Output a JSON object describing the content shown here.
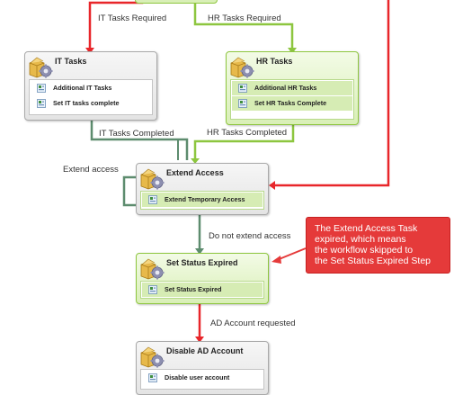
{
  "connector_labels": {
    "it_required": "IT Tasks Required",
    "hr_required": "HR Tasks Required",
    "it_completed": "IT Tasks Completed",
    "hr_completed": "HR Tasks Completed",
    "extend_access": "Extend access",
    "do_not_extend": "Do not extend access",
    "ad_requested": "AD Account requested"
  },
  "nodes": {
    "it_tasks": {
      "title": "IT Tasks",
      "steps": [
        "Additional IT Tasks",
        "Set IT tasks complete"
      ]
    },
    "hr_tasks": {
      "title": "HR Tasks",
      "steps": [
        "Additional HR Tasks",
        "Set HR Tasks Complete"
      ]
    },
    "extend_access": {
      "title": "Extend Access",
      "steps": [
        "Extend Temporary Access"
      ]
    },
    "set_status_expired": {
      "title": "Set Status Expired",
      "steps": [
        "Set Status Expired"
      ]
    },
    "disable_ad": {
      "title": "Disable AD Account",
      "steps": [
        "Disable user account"
      ]
    }
  },
  "callout": {
    "lines": [
      "The Extend Access Task",
      "expired, which means",
      "the workflow skipped to",
      "the Set Status Expired Step"
    ]
  },
  "colors": {
    "red_line": "#e8262a",
    "green_line": "#8dc63f",
    "dark_green_line": "#5d8c6e",
    "callout_bg": "#e53a3a",
    "active_node_border": "#8ec63f"
  }
}
